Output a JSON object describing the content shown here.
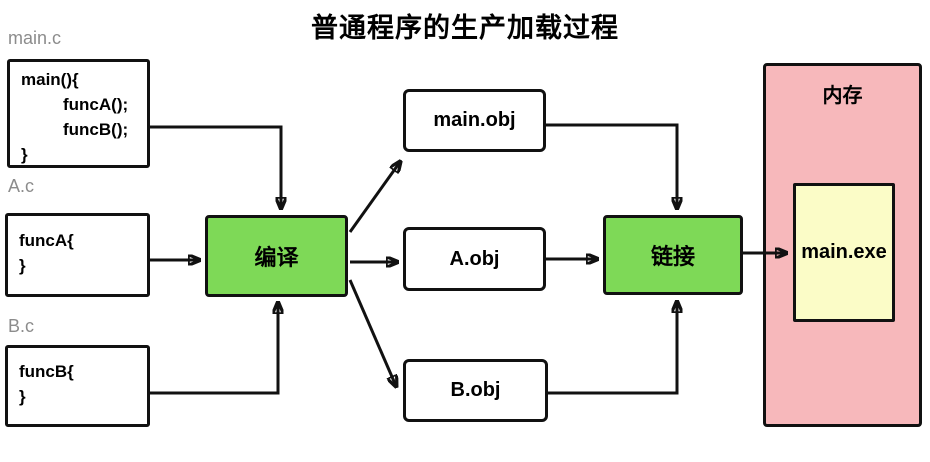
{
  "title": "普通程序的生产加载过程",
  "source_files": [
    {
      "label": "main.c",
      "lines": [
        "main(){",
        "funcA();",
        "funcB();",
        "}"
      ]
    },
    {
      "label": "A.c",
      "lines": [
        "funcA{",
        "}"
      ]
    },
    {
      "label": "B.c",
      "lines": [
        "funcB{",
        "}"
      ]
    }
  ],
  "process_steps": {
    "compile": "编译",
    "link": "链接"
  },
  "object_files": [
    "main.obj",
    "A.obj",
    "B.obj"
  ],
  "memory": {
    "label": "内存",
    "exe": "main.exe"
  },
  "colors": {
    "process_green": "#7ed957",
    "memory_pink": "#f7b8bb",
    "exe_yellow": "#fbfcc7",
    "line_black": "#111111",
    "file_label_gray": "#8c8c8c"
  }
}
